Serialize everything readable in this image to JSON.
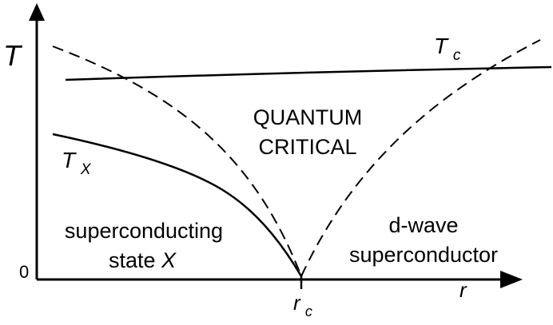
{
  "axes": {
    "y_label": "T",
    "y_origin_label": "0",
    "x_label": "r",
    "critical_point": {
      "base": "r",
      "sub": "c"
    }
  },
  "curves": {
    "tc": {
      "base": "T",
      "sub": "c"
    },
    "tx": {
      "base": "T",
      "sub": "X"
    }
  },
  "regions": {
    "quantum_critical": [
      "QUANTUM",
      "CRITICAL"
    ],
    "superconducting_x": {
      "line1": "superconducting",
      "line2_text": "state ",
      "line2_symbol": "X"
    },
    "d_wave": [
      "d-wave",
      "superconductor"
    ]
  },
  "colors": {
    "ink": "#000000",
    "background": "#ffffff"
  }
}
